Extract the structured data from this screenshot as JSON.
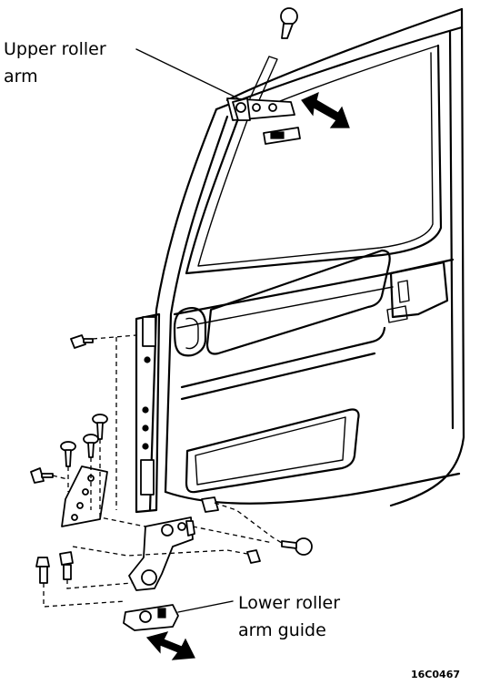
{
  "labels": {
    "upper_line1": "Upper roller",
    "upper_line2": "arm",
    "lower_line1": "Lower roller",
    "lower_line2": "arm guide",
    "figure_code": "16C0467"
  },
  "icons": {
    "motion_arrow": "double-headed-arrow",
    "fastener": "bolt-icon"
  },
  "colors": {
    "line": "#000000",
    "background": "#ffffff"
  }
}
